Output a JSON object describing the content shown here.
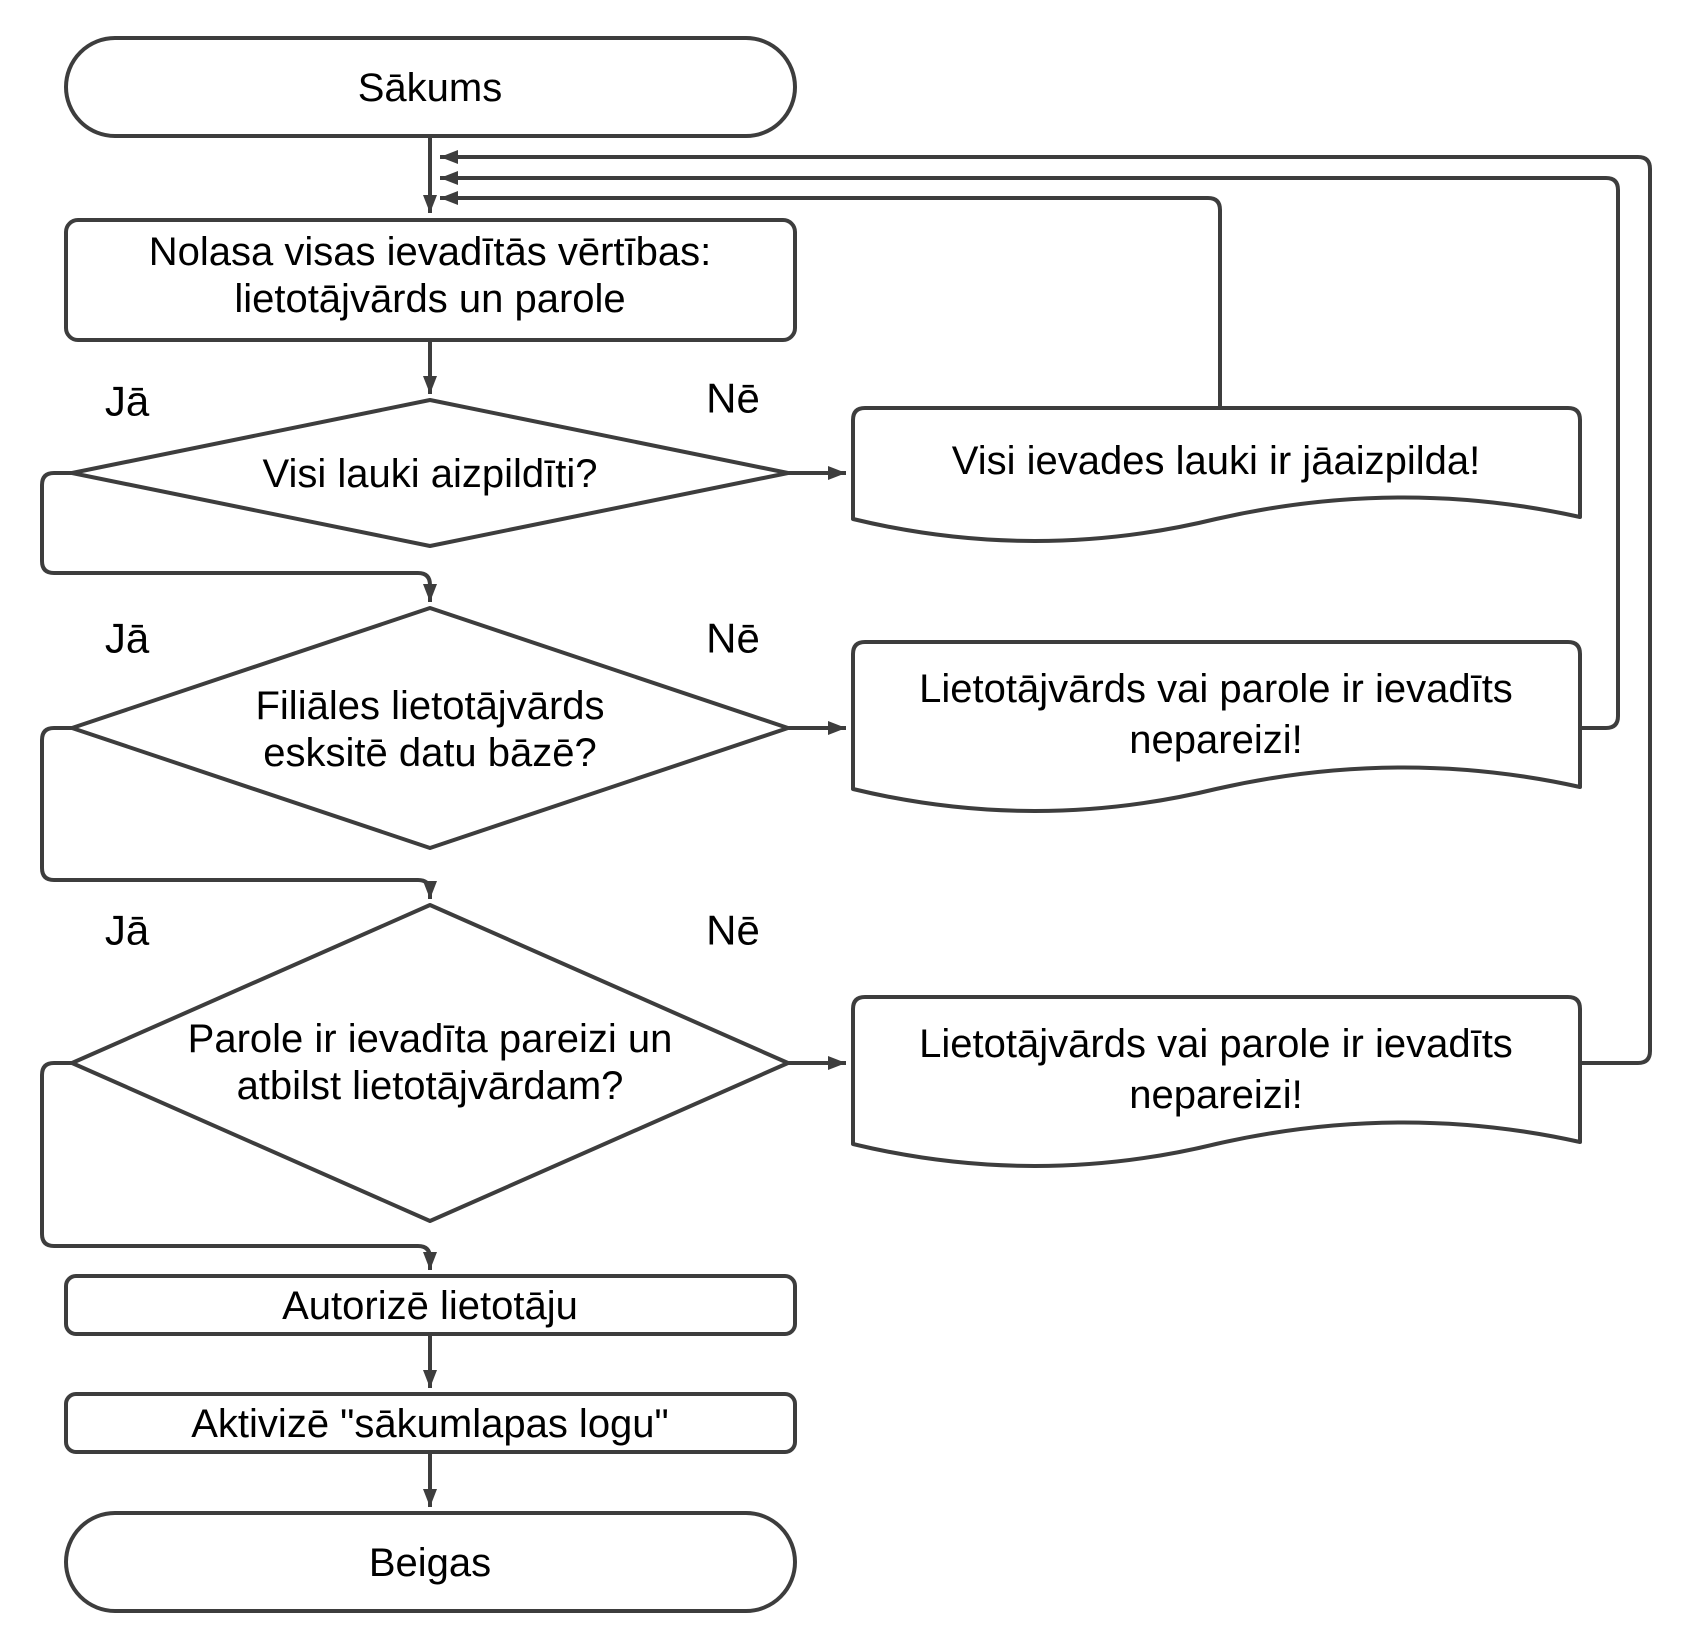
{
  "diagram": {
    "language": "Latvian",
    "type": "flowchart",
    "colors": {
      "stroke": "#3d3d3d",
      "text": "#000000",
      "background": "#ffffff"
    },
    "nodes": {
      "start": {
        "shape": "terminator",
        "label": "Sākums"
      },
      "read": {
        "shape": "process",
        "line1": "Nolasa visas ievadītās vērtības:",
        "line2": "lietotājvārds un parole"
      },
      "d1": {
        "shape": "decision",
        "line1": "Visi lauki aizpildīti?"
      },
      "out1": {
        "shape": "document",
        "line1": "Visi ievades lauki ir jāaizpilda!"
      },
      "d2": {
        "shape": "decision",
        "line1": "Filiāles lietotājvārds",
        "line2": "esksitē datu bāzē?"
      },
      "out2": {
        "shape": "document",
        "line1": "Lietotājvārds vai parole ir ievadīts",
        "line2": "nepareizi!"
      },
      "d3": {
        "shape": "decision",
        "line1": "Parole ir ievadīta pareizi un",
        "line2": "atbilst lietotājvārdam?"
      },
      "out3": {
        "shape": "document",
        "line1": "Lietotājvārds vai parole ir ievadīts",
        "line2": "nepareizi!"
      },
      "auth": {
        "shape": "process",
        "label": "Autorizē lietotāju"
      },
      "activate": {
        "shape": "process",
        "label": "Aktivizē \"sākumlapas logu\""
      },
      "end": {
        "shape": "terminator",
        "label": "Beigas"
      }
    },
    "branch_labels": {
      "d1_yes": "Jā",
      "d1_no": "Nē",
      "d2_yes": "Jā",
      "d2_no": "Nē",
      "d3_yes": "Jā",
      "d3_no": "Nē"
    }
  }
}
